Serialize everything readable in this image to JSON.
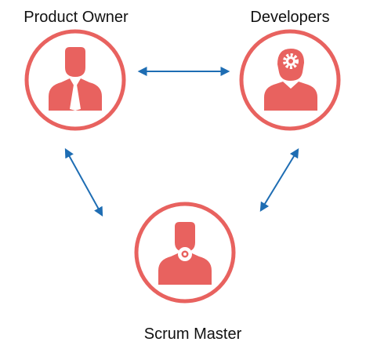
{
  "roles": {
    "product_owner": {
      "label": "Product Owner",
      "icon": "person-with-tie-icon"
    },
    "developers": {
      "label": "Developers",
      "icon": "person-with-gear-head-icon"
    },
    "scrum_master": {
      "label": "Scrum Master",
      "icon": "person-with-whistle-icon"
    }
  },
  "colors": {
    "role_circle": "#e8625f",
    "icon_fill": "#e8625f",
    "arrow": "#1e6db3",
    "background": "#ffffff"
  },
  "connections": [
    {
      "from": "product_owner",
      "to": "developers",
      "style": "double-headed-arrow"
    },
    {
      "from": "product_owner",
      "to": "scrum_master",
      "style": "double-headed-arrow"
    },
    {
      "from": "developers",
      "to": "scrum_master",
      "style": "double-headed-arrow"
    }
  ]
}
